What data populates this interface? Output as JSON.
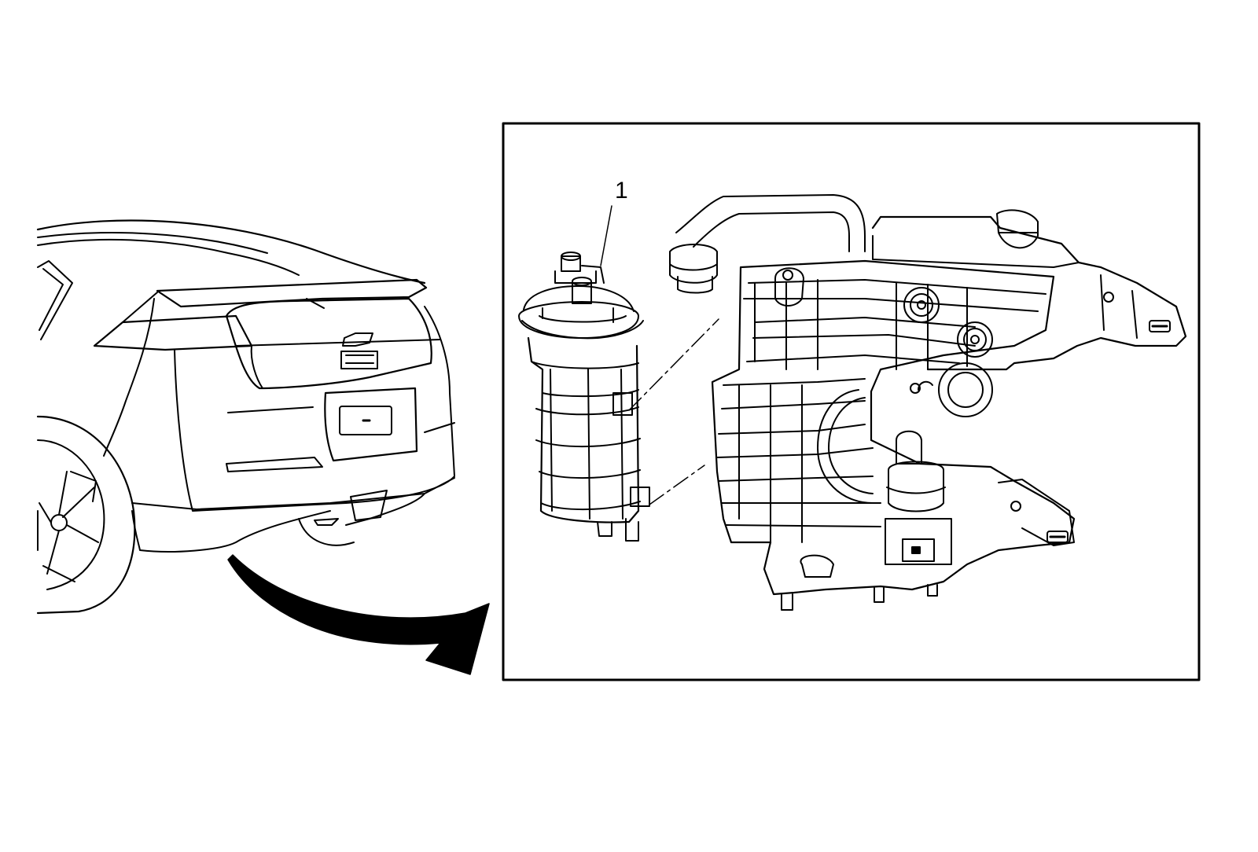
{
  "figure": {
    "callouts": [
      {
        "id": "1",
        "label": "1",
        "part": "evap-canister"
      }
    ],
    "colors": {
      "ink": "#000000",
      "paper": "#ffffff"
    }
  }
}
